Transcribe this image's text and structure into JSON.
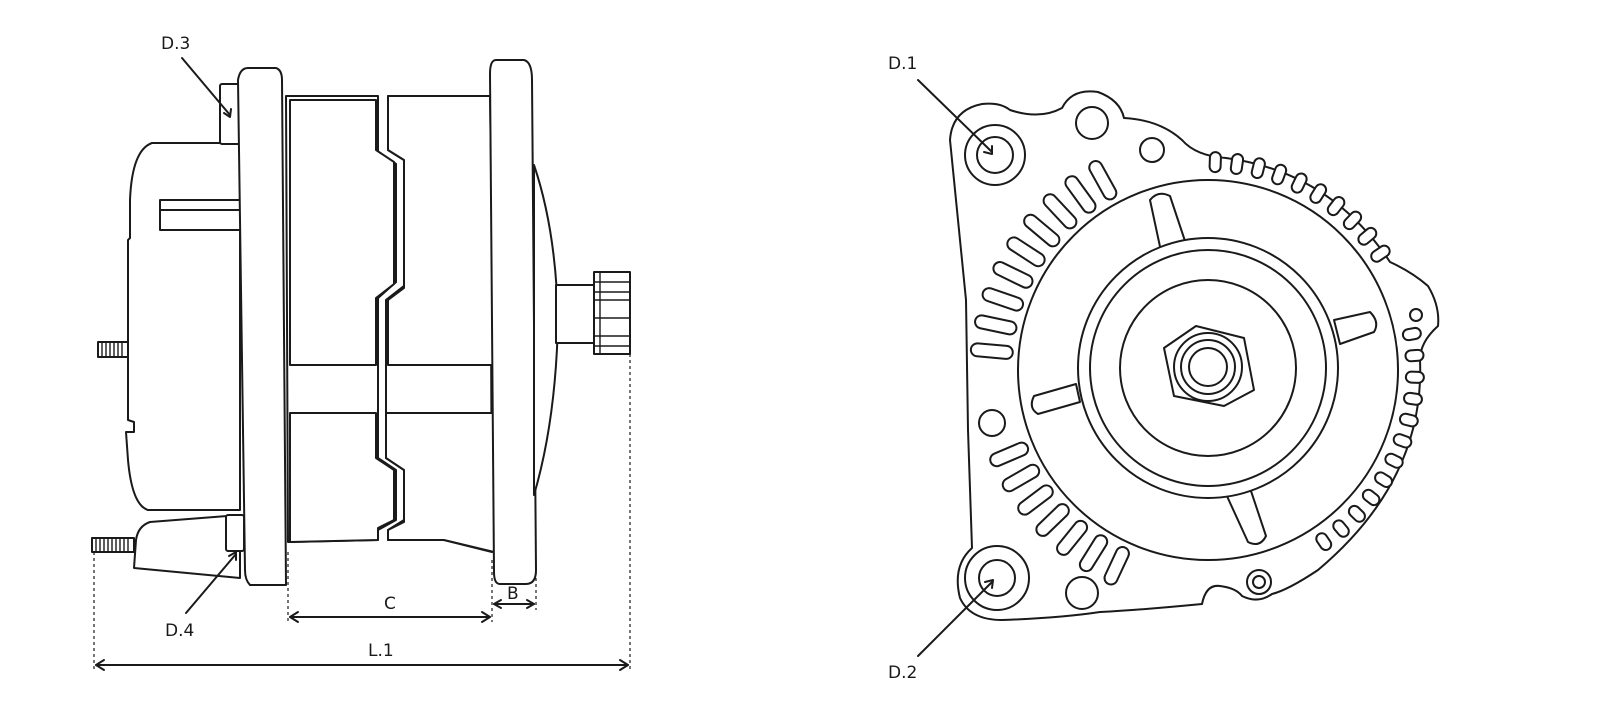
{
  "labels": {
    "d3": "D.3",
    "d4": "D.4",
    "c": "C",
    "b": "B",
    "l1": "L.1",
    "d1": "D.1",
    "d2": "D.2"
  },
  "colors": {
    "line": "#1a1a1a",
    "background": "#ffffff"
  }
}
